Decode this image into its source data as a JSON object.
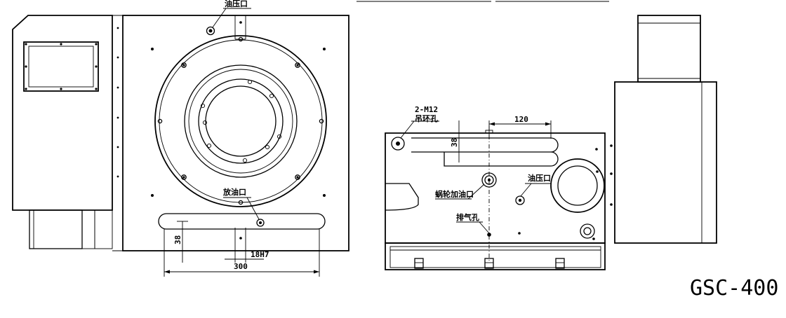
{
  "labels": {
    "oil_pressure_top": "油压口",
    "drain_port": "放油口",
    "dim_38_left": "38",
    "dim_18h7": "18H7",
    "dim_300": "300",
    "lifting_holes_count": "2-M12",
    "lifting_holes_desc": "吊环孔",
    "dim_120": "120",
    "dim_38_right": "38",
    "worm_oil_fill": "蜗轮加油口",
    "oil_pressure_side": "油压口",
    "vent_hole": "排气孔",
    "model": "GSC-400"
  }
}
